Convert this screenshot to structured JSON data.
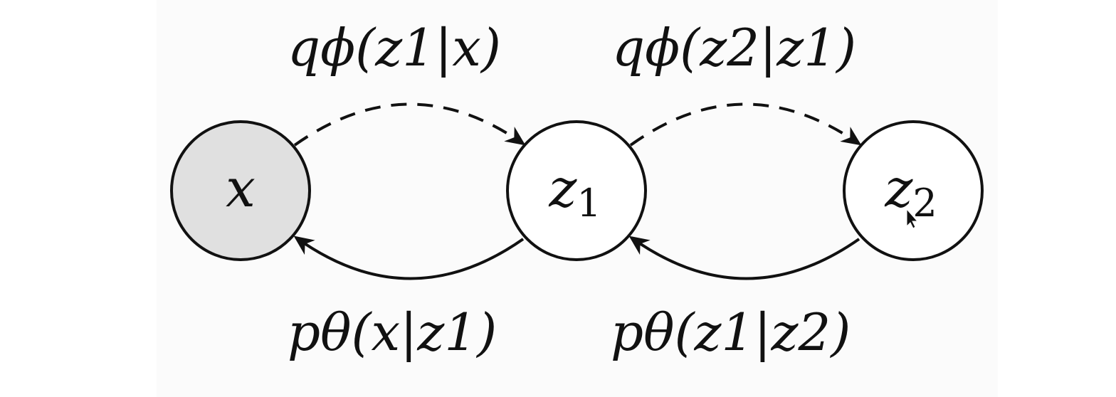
{
  "diagram": {
    "nodes": [
      {
        "id": "x",
        "var": "x",
        "sub": "",
        "observed": true,
        "fill": "#e0e0e0"
      },
      {
        "id": "z1",
        "var": "z",
        "sub": "1",
        "observed": false,
        "fill": "#ffffff"
      },
      {
        "id": "z2",
        "var": "z",
        "sub": "2",
        "observed": false,
        "fill": "#ffffff"
      }
    ],
    "edges": [
      {
        "from": "x",
        "to": "z1",
        "kind": "inference",
        "style": "dashed",
        "label": "qϕ(z1|x)"
      },
      {
        "from": "z1",
        "to": "z2",
        "kind": "inference",
        "style": "dashed",
        "label": "qϕ(z2|z1)"
      },
      {
        "from": "z1",
        "to": "x",
        "kind": "generative",
        "style": "solid",
        "label": "pθ(x|z1)"
      },
      {
        "from": "z2",
        "to": "z1",
        "kind": "generative",
        "style": "solid",
        "label": "pθ(z1|z2)"
      }
    ],
    "colors": {
      "stroke": "#111111",
      "observed_fill": "#e0e0e0",
      "latent_fill": "#ffffff"
    }
  }
}
